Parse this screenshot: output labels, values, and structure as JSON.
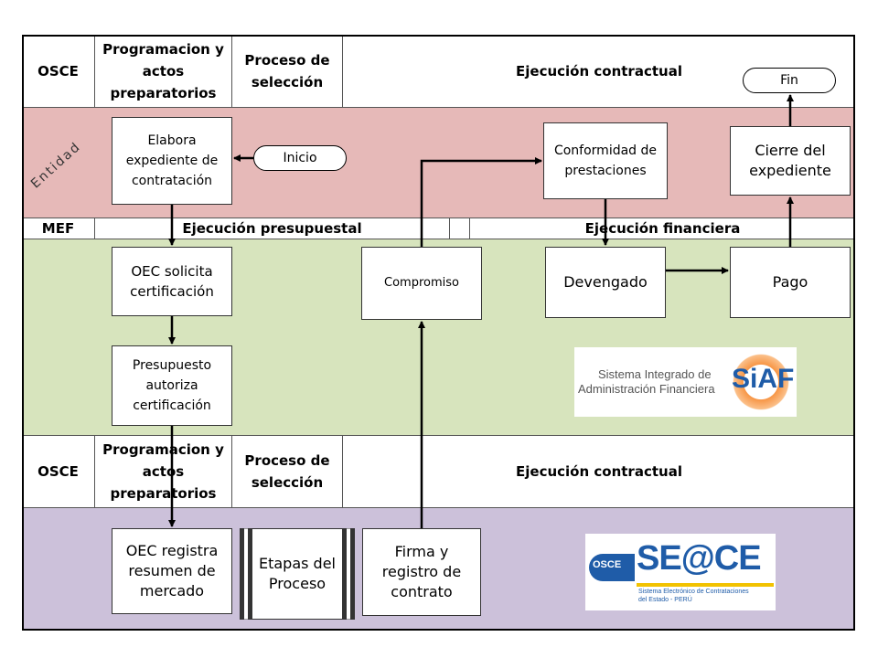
{
  "rows": {
    "osce_top": {
      "org": "OSCE",
      "col1": "Programacion y actos preparatorios",
      "col2": "Proceso de selección",
      "col3": "Ejecución contractual"
    },
    "mef": {
      "org": "MEF",
      "col1": "Ejecución presupuestal",
      "col2": "Ejecución financiera"
    },
    "osce_bottom": {
      "org": "OSCE",
      "col1": "Programacion y actos preparatorios",
      "col2": "Proceso de selección",
      "col3": "Ejecución contractual"
    }
  },
  "entity_label": "Entidad",
  "colors": {
    "entidad_band": "#e6b9b8",
    "mef_band": "#d7e4bd",
    "osce_band": "#ccc1da",
    "siaf_orange": "#f79646",
    "seace_blue": "#1f5ca8"
  },
  "nodes": {
    "inicio": "Inicio",
    "fin": "Fin",
    "elabora": "Elabora expediente de contratación",
    "conformidad": "Conformidad de prestaciones",
    "cierre": "Cierre del expediente",
    "oec_solicita": "OEC solicita certificación",
    "compromiso": "Compromiso",
    "devengado": "Devengado",
    "pago": "Pago",
    "presupuesto": "Presupuesto autoriza certificación",
    "oec_registra": "OEC registra resumen de mercado",
    "etapas": "Etapas del Proceso",
    "firma": "Firma y registro de contrato"
  },
  "logos": {
    "siaf_text_1": "Sistema Integrado de",
    "siaf_text_2": "Administración Financiera",
    "siaf_mark": "SiAF",
    "seace_badge": "OSCE",
    "seace_mark": "SE@CE",
    "seace_sub_1": "Sistema Electrónico de Contrataciones",
    "seace_sub_2": "del Estado - PERÚ"
  }
}
